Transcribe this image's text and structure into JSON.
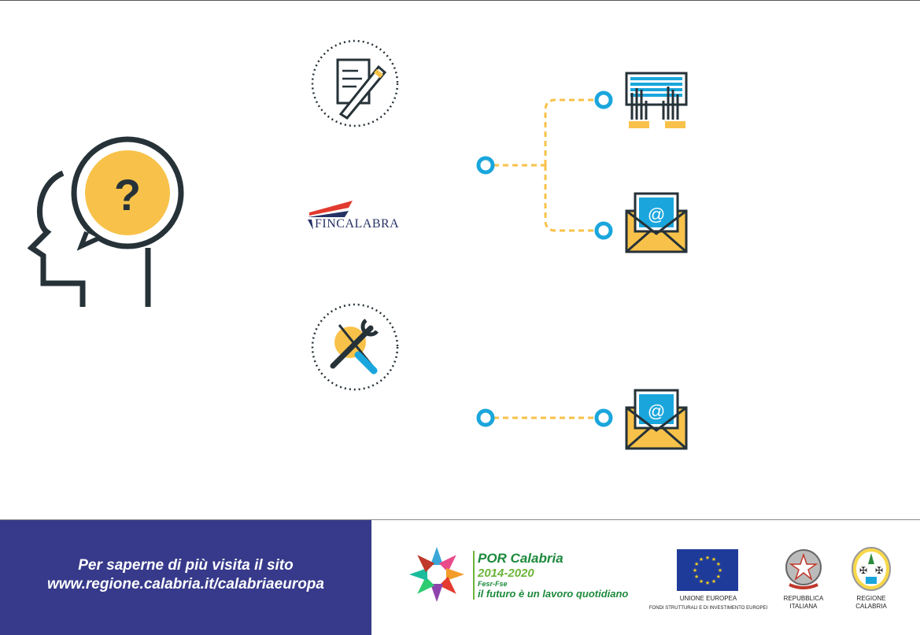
{
  "header_logo": {
    "text": "FINCALABRA"
  },
  "footer": {
    "line1": "Per saperne di più visita il sito",
    "line2": "www.regione.calabria.it/calabriaeuropa",
    "por_title": "POR Calabria",
    "por_years": "2014-2020",
    "por_funds": "Fesr-Fse",
    "por_slogan": "il futuro è un lavoro quotidiano",
    "eu_label": "UNIONE EUROPEA",
    "eu_sub": "FONDI STRUTTURALI E DI INVESTIMENTO EUROPEI",
    "rep_label1": "REPUBBLICA",
    "rep_label2": "ITALIANA",
    "reg_label1": "REGIONE",
    "reg_label2": "CALABRIA"
  },
  "colors": {
    "accent_blue": "#1aa6dc",
    "accent_yellow": "#f8c24a",
    "footer_blue": "#373a8a",
    "dark": "#263238"
  }
}
